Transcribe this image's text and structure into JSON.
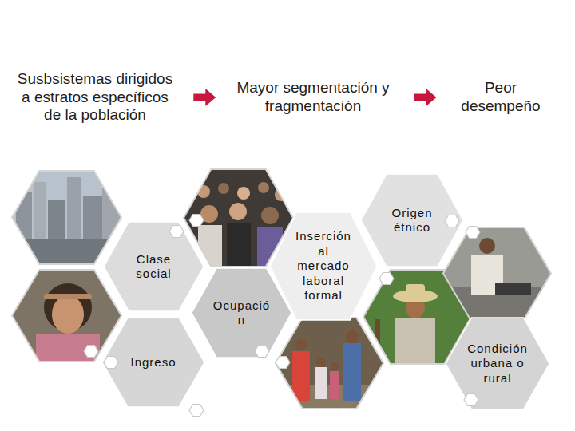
{
  "diagram": {
    "nodes": [
      {
        "text": [
          "Susbsistemas dirigidos a estratos específicos de la población"
        ]
      },
      {
        "text": [
          "Mayor segmentación y fragmentación"
        ]
      },
      {
        "text": [
          "Peor desempeño"
        ]
      },
      {
        "text": [
          "Clase social"
        ]
      },
      {
        "text": [
          "Ingreso"
        ]
      },
      {
        "text": [
          "Ocupació n"
        ]
      },
      {
        "text": [
          "Inserción al mercado laboral formal"
        ]
      },
      {
        "text": [
          "Origen étnico"
        ]
      },
      {
        "text": [
          "Condición urbana o rural"
        ]
      }
    ],
    "edges": [
      {
        "from": 0,
        "to": 1,
        "arrow": "to"
      },
      {
        "from": 1,
        "to": 2,
        "arrow": "to"
      }
    ]
  }
}
